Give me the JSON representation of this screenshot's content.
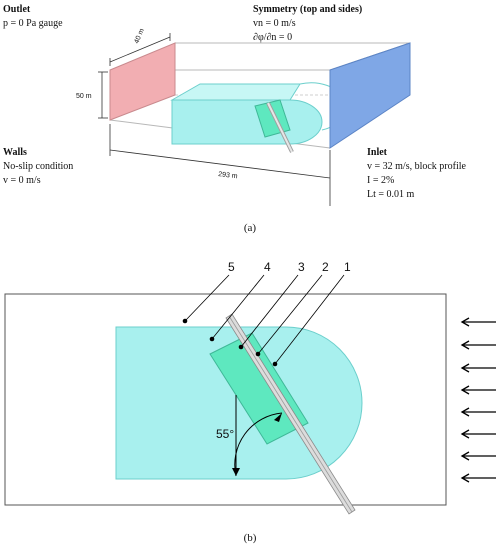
{
  "panel_a": {
    "outlet": {
      "title": "Outlet",
      "line1": "p = 0 Pa gauge"
    },
    "symmetry": {
      "title": "Symmetry (top and sides)",
      "line1": "vn = 0 m/s",
      "line2": "∂φ/∂n = 0"
    },
    "walls": {
      "title": "Walls",
      "line1": "No-slip condition",
      "line2": "v = 0 m/s"
    },
    "inlet": {
      "title": "Inlet",
      "line1": "v = 32 m/s, block profile",
      "line2": "I = 2%",
      "line3": "Lt = 0.01 m"
    },
    "dimensions": {
      "depth": "40 m",
      "height": "50 m",
      "length": "293 m"
    },
    "caption": "(a)"
  },
  "panel_b": {
    "labels": [
      "5",
      "4",
      "3",
      "2",
      "1"
    ],
    "angle": "55°",
    "caption": "(b)"
  },
  "colors": {
    "outlet_face": "#f2aeb2",
    "inlet_face": "#7fa7e6",
    "platform": "#a8f0ee",
    "block": "#5ee8bf",
    "outline": "#4a4a4a"
  }
}
